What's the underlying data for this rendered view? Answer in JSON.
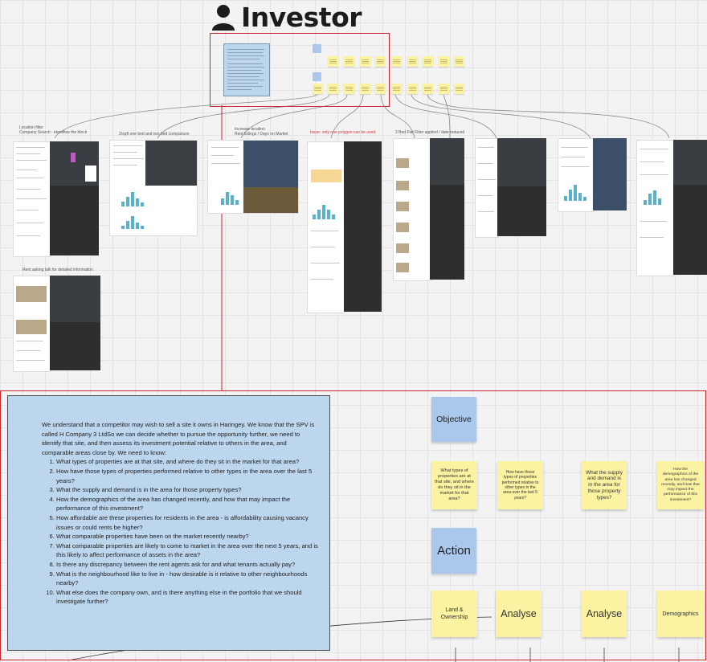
{
  "board": {
    "title": "Investor",
    "icon": "person-icon"
  },
  "screenshots": [
    {
      "label": "Location filter\nCompany Search - identifies the block"
    },
    {
      "label": "2/sqft one bed and two bed comparison"
    },
    {
      "label": "Increase location\nRent listings / Days on Market"
    },
    {
      "label": "Issue: only one polygon can be used",
      "style": "red"
    },
    {
      "label": "2 Bed Flat Filter applied / date reduced"
    },
    {
      "label": "Rent asking talk for detailed information"
    }
  ],
  "brief": {
    "intro": "We understand that a competitor may wish to sell a site it owns in Haringey. We know that the SPV is called H Company 3 LtdSo we can decide whether to pursue the opportunity further, we need to identify that site, and then assess its investment potential relative to others in the area, and comparable areas close by. We need to know:",
    "questions": [
      "What types of properties are at that site, and where do they sit in the market for that area?",
      "How have those types of properties  performed relative to other types in the area over the last 5 years?",
      "What the supply and demand is in the area for those property types?",
      "How the demographics of the area has changed recently, and  how that may impact the performance of this investment?",
      "How affordable are these properties for residents in the area - is affordability causing vacancy issues or could rents be higher?",
      "What comparable properties have been on the market recently nearby?",
      "What comparable properties are likely to come to market in the area over the next 5 years, and is this likely to affect performance of assets in the area?",
      "Is there any discrepancy between the rent agents ask for and what tenants actually pay?",
      "What is the neighbourhood like to live in - how desirable is it relative to other neighbourhoods nearby?",
      "What else does the company own, and is there anything else in the portfolio that we should investigate further?"
    ]
  },
  "stickies": {
    "objective": "Objective",
    "action": "Action",
    "q1": "What types of properties are at that site, and where do they sit in the market for that area?",
    "q2": "How have those types of properties performed relative to other types in the area over the last 5 years?",
    "q3": "What the supply and demand is in the area for those property types?",
    "q4": "How the demographics of the area has changed recently, and how that may impact the performance of this investment?",
    "a1": "Land & Ownership",
    "a2": "Analyse",
    "a3": "Analyse",
    "a4": "Demographics"
  },
  "colors": {
    "frame": "#c8252c",
    "brief_bg": "#bcd6ee",
    "blue_sticky": "#a9c8ec",
    "yellow_sticky": "#fbf3a2",
    "chart_bar": "#5ab1cc"
  }
}
